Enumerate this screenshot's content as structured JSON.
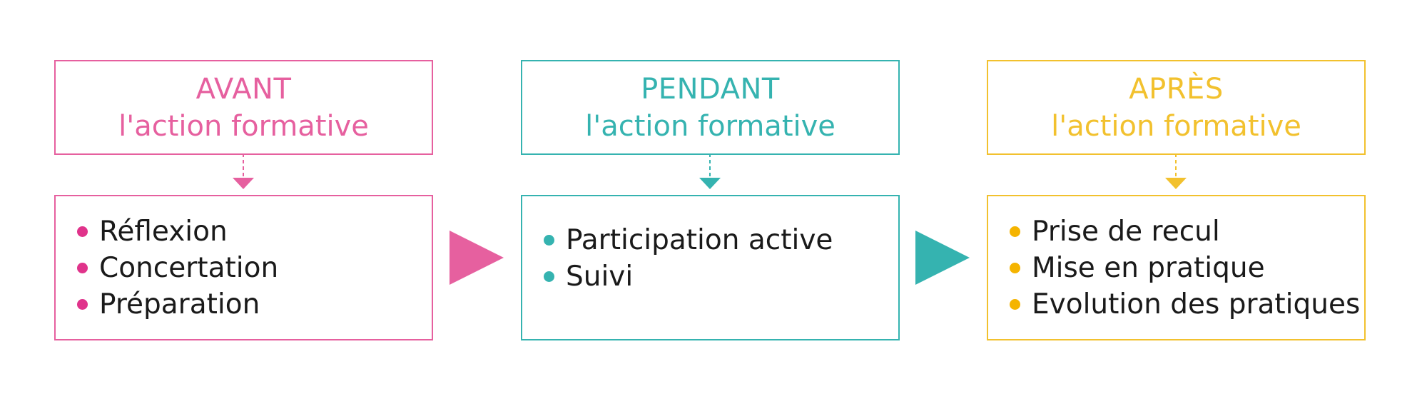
{
  "stages": [
    {
      "title": "AVANT",
      "subtitle": "l'action formative",
      "color": "#e6609f",
      "dot_color": "#e0338b",
      "items": [
        "Réflexion",
        "Concertation",
        "Préparation"
      ]
    },
    {
      "title": "PENDANT",
      "subtitle": "l'action formative",
      "color": "#35b3b0",
      "dot_color": "#35b3b0",
      "items": [
        "Participation active",
        "Suivi"
      ]
    },
    {
      "title": "APRÈS",
      "subtitle": "l'action formative",
      "color": "#f2c12e",
      "dot_color": "#f5b400",
      "items": [
        "Prise de recul",
        "Mise en pratique",
        "Evolution des pratiques"
      ]
    }
  ],
  "arrows": [
    {
      "color": "#e6609f"
    },
    {
      "color": "#35b3b0"
    }
  ]
}
